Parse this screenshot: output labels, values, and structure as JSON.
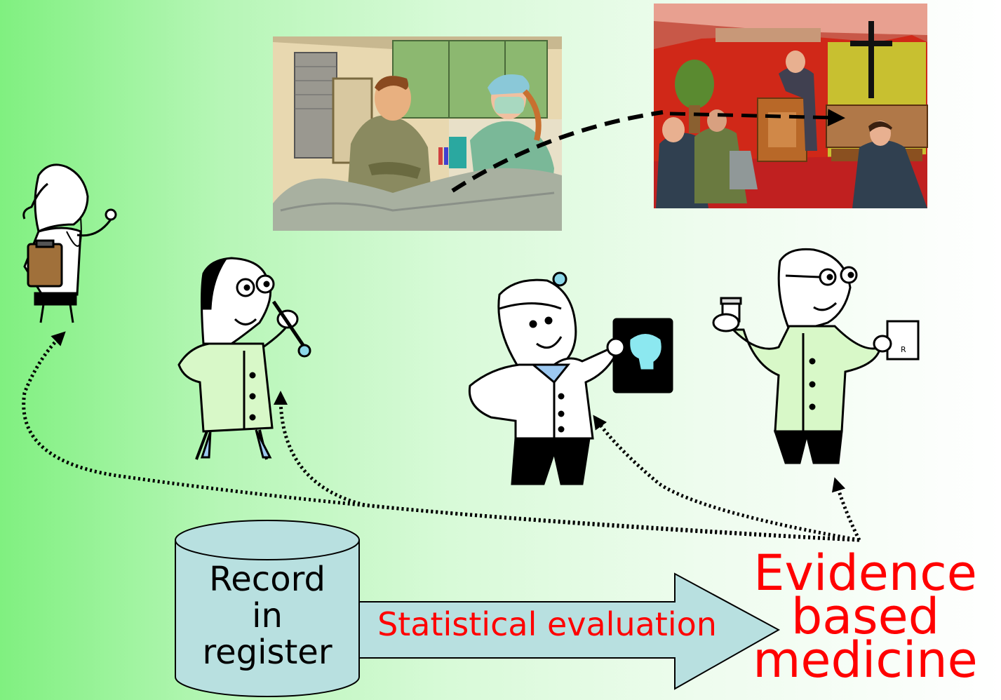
{
  "colors": {
    "background_left": "#80f080",
    "background_right": "#ffffff",
    "cylinder_fill": "#b8e0e0",
    "arrow_fill": "#b8e0e0",
    "accent_red": "#ff0000",
    "coat_green": "#d8f8c8"
  },
  "icons": {
    "autopsy_scene": "autopsy-clipart",
    "funeral_scene": "funeral-clipart",
    "nurse": "nurse-with-stethoscope",
    "researcher": "doctor-with-pipette",
    "radiologist": "doctor-with-xray",
    "pharmacist": "pharmacist-with-prescription"
  },
  "diagram": {
    "register": {
      "lines": [
        "Record",
        "in",
        "register"
      ]
    },
    "arrow_label": "Statistical evaluation",
    "result": {
      "lines": [
        "Evidence",
        "based",
        "medicine"
      ]
    },
    "rx_label": "R"
  }
}
